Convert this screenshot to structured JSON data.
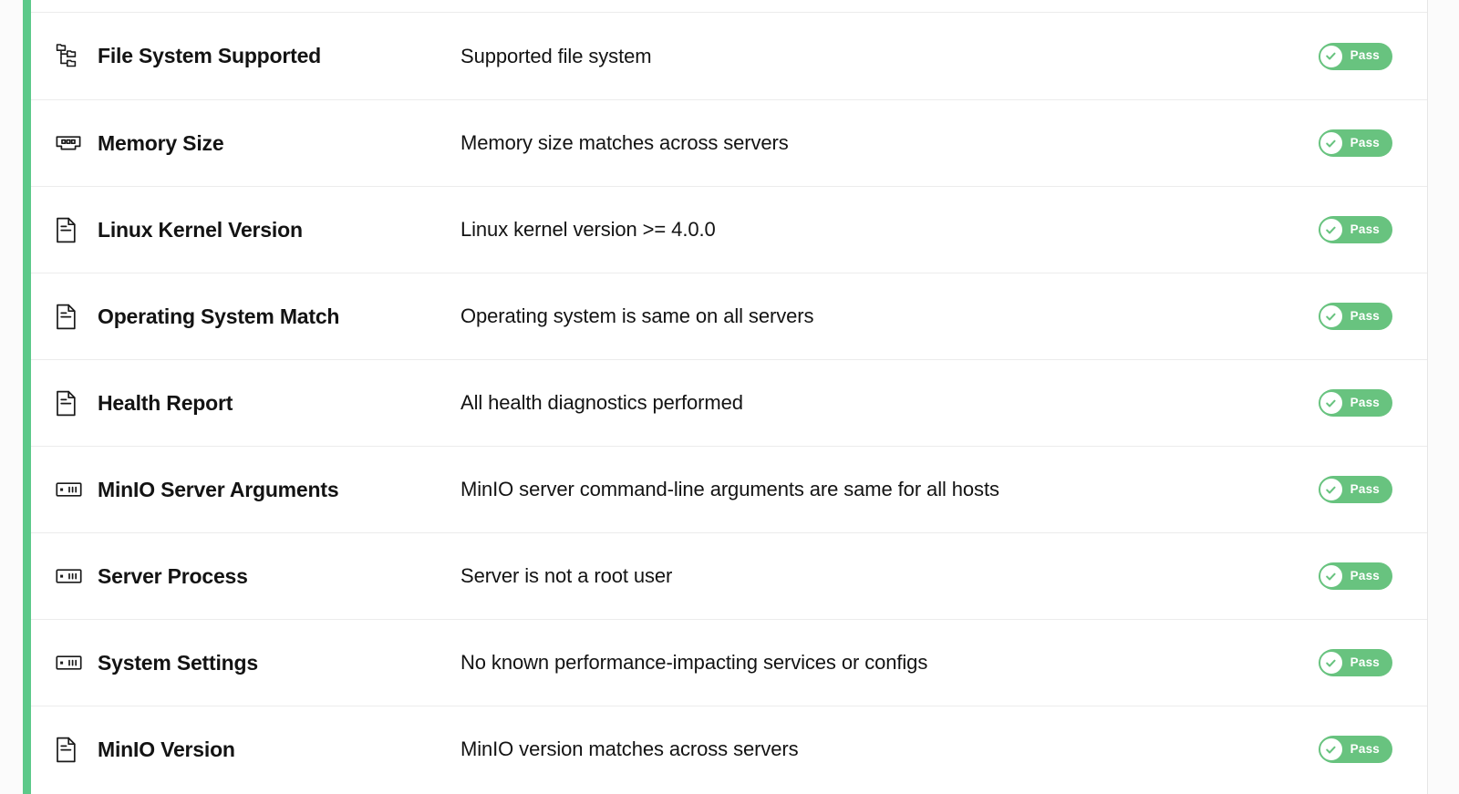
{
  "panel": {
    "accent_color": "#5dc98a",
    "background": "#ffffff"
  },
  "status_badge": {
    "label": "Pass",
    "color": "#68c37f",
    "icon": "check-circle-icon"
  },
  "checks": [
    {
      "icon": "folder-tree-icon",
      "title": "File System Supported",
      "description": "Supported file system",
      "status": "Pass"
    },
    {
      "icon": "memory-stick-icon",
      "title": "Memory Size",
      "description": "Memory size matches across servers",
      "status": "Pass"
    },
    {
      "icon": "document-icon",
      "title": "Linux Kernel Version",
      "description": "Linux kernel version >= 4.0.0",
      "status": "Pass"
    },
    {
      "icon": "document-icon",
      "title": "Operating System Match",
      "description": "Operating system is same on all servers",
      "status": "Pass"
    },
    {
      "icon": "document-icon",
      "title": "Health Report",
      "description": "All health diagnostics performed",
      "status": "Pass"
    },
    {
      "icon": "server-icon",
      "title": "MinIO Server Arguments",
      "description": "MinIO server command-line arguments are same for all hosts",
      "status": "Pass"
    },
    {
      "icon": "server-icon",
      "title": "Server Process",
      "description": "Server is not a root user",
      "status": "Pass"
    },
    {
      "icon": "server-icon",
      "title": "System Settings",
      "description": "No known performance-impacting services or configs",
      "status": "Pass"
    },
    {
      "icon": "document-icon",
      "title": "MinIO Version",
      "description": "MinIO version matches across servers",
      "status": "Pass"
    }
  ]
}
